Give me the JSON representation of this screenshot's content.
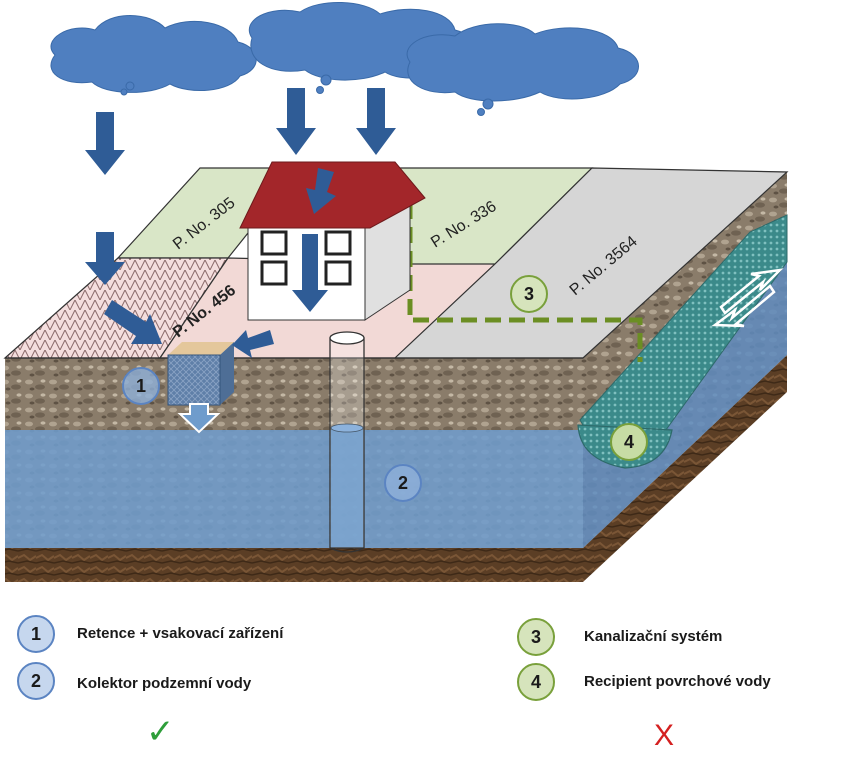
{
  "parcels": {
    "p305": "P. No. 305",
    "p336": "P. No. 336",
    "p3564": "P. No. 3564",
    "p456": "P. No. 456"
  },
  "markers": {
    "m1": "1",
    "m2": "2",
    "m3": "3",
    "m4": "4"
  },
  "legend": {
    "items": [
      {
        "num": "1",
        "label": "Retence + vsakovací zařízení",
        "color": "blue"
      },
      {
        "num": "2",
        "label": "Kolektor podzemní vody",
        "color": "blue"
      },
      {
        "num": "3",
        "label": "Kanalizační systém",
        "color": "green"
      },
      {
        "num": "4",
        "label": "Recipient povrchové vody",
        "color": "green"
      }
    ]
  },
  "verdict": {
    "good_symbol": "✓",
    "bad_symbol": "X",
    "good_color": "#2e9e3a",
    "bad_color": "#d42020"
  },
  "colors": {
    "cloud": "#4f7fc0",
    "arrow": "#2f5c96",
    "roof": "#a3262a",
    "parcel_green": "#d9e6c7",
    "parcel_grey": "#d6d6d6",
    "parcel_pink": "#f2d9d6",
    "sewer": "#6b8e23",
    "water": "#6f9ccc"
  }
}
